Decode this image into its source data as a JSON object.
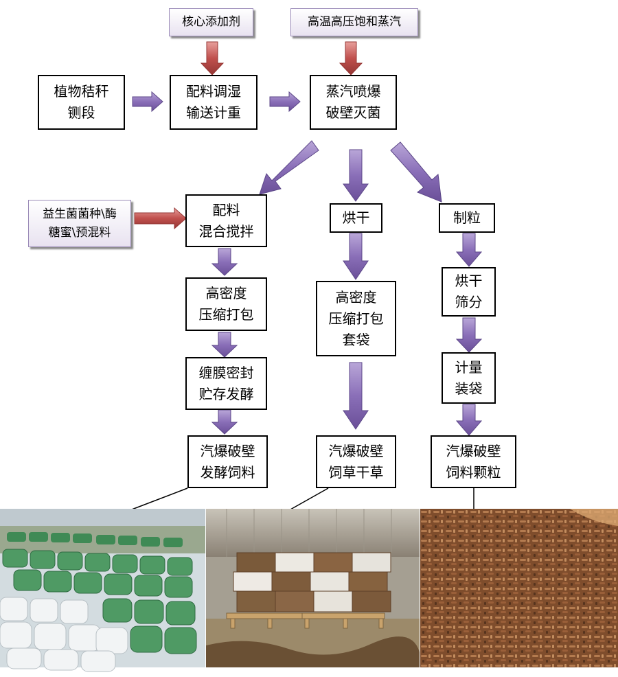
{
  "inputs": {
    "additive": "核心添加剂",
    "steam": "高温高压饱和蒸汽",
    "probiotic_line1": "益生菌菌种\\酶",
    "probiotic_line2": "糖蜜\\预混料"
  },
  "steps": {
    "straw": [
      "植物秸秆",
      "铡段"
    ],
    "mix_weigh": [
      "配料调湿",
      "输送计重"
    ],
    "explode": [
      "蒸汽喷爆",
      "破壁灭菌"
    ],
    "mix_stir": [
      "配料",
      "混合搅拌"
    ],
    "dry_mid": [
      "烘干"
    ],
    "pellet": [
      "制粒"
    ],
    "press_left": [
      "高密度",
      "压缩打包"
    ],
    "press_mid": [
      "高密度",
      "压缩打包",
      "套袋"
    ],
    "dry_sieve": [
      "烘干",
      "筛分"
    ],
    "wrap": [
      "缠膜密封",
      "贮存发酵"
    ],
    "weigh_bag": [
      "计量",
      "装袋"
    ],
    "product_ferment": [
      "汽爆破壁",
      "发酵饲料"
    ],
    "product_hay": [
      "汽爆破壁",
      "饲草干草"
    ],
    "product_pellet": [
      "汽爆破壁",
      "饲料颗粒"
    ]
  },
  "colors": {
    "process_arrow": "#8a6fb8",
    "input_arrow": "#c0504d",
    "box_border": "#000000",
    "input_border": "#9b8bb8"
  }
}
